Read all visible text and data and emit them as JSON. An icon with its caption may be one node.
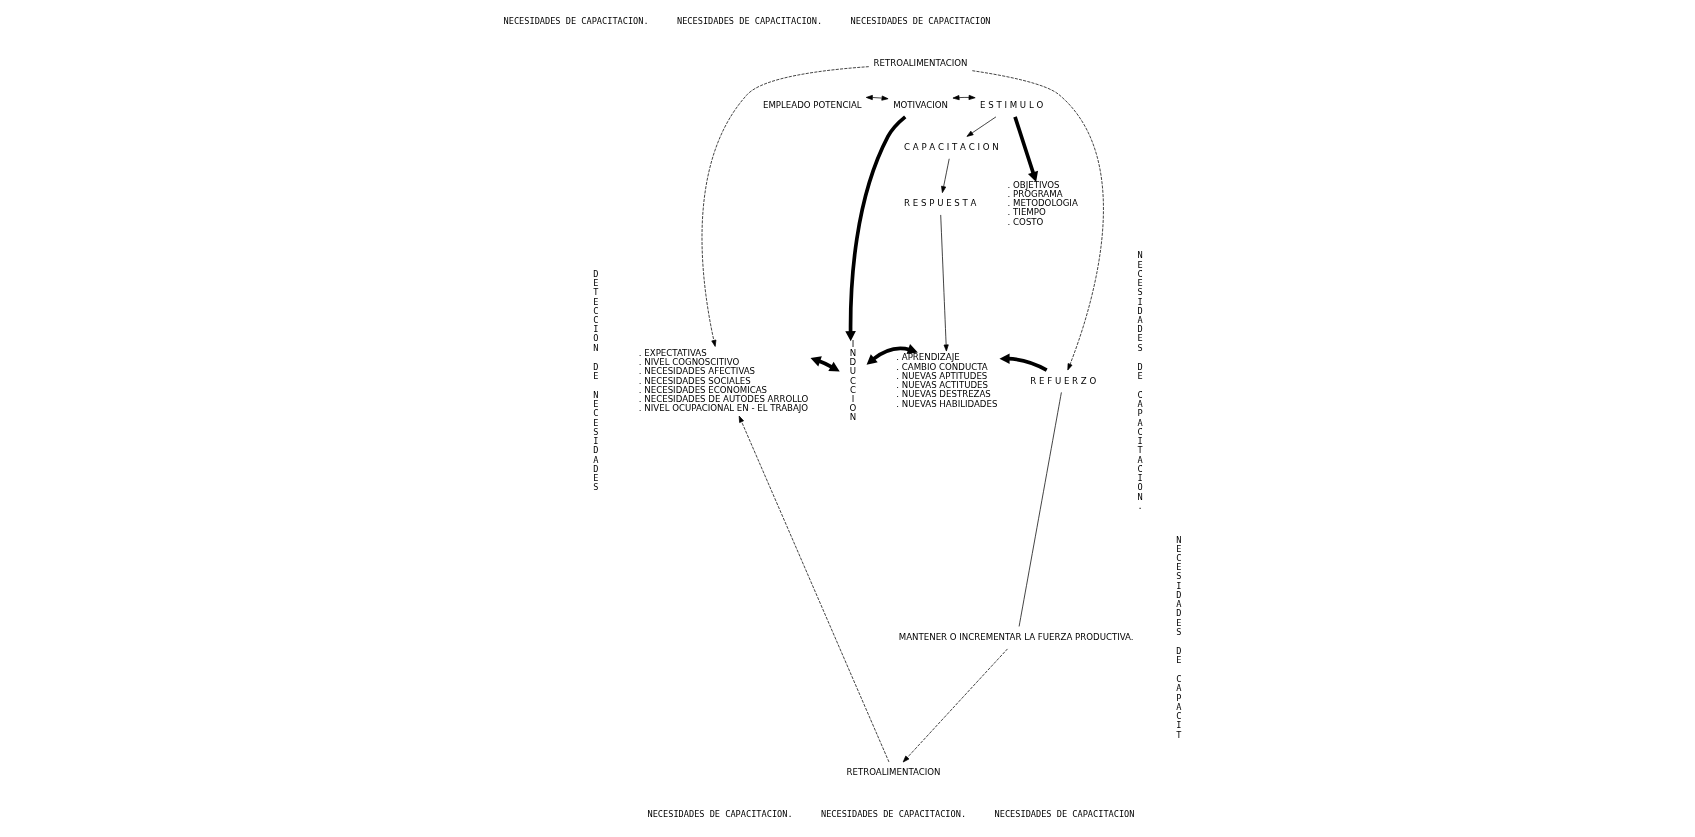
{
  "diagram": {
    "nodes": [
      {
        "text": [
          "RETROALIMENTACION"
        ]
      },
      {
        "text": [
          "EMPLEADO POTENCIAL"
        ]
      },
      {
        "text": [
          "MOTIVACION"
        ]
      },
      {
        "text": [
          "E S T I M U L O"
        ]
      },
      {
        "text": [
          ". OBJETIVOS",
          ". PROGRAMA",
          ". METODOLOGIA",
          ". TIEMPO",
          ". COSTO"
        ]
      },
      {
        "text": [
          "C A P A C I T A C I O N"
        ]
      },
      {
        "text": [
          "R E S P U E S T A"
        ]
      },
      {
        "text": [
          ". EXPECTATIVAS",
          ". NIVEL COGNOSCITIVO",
          ". NECESIDADES AFECTIVAS",
          ". NECESIDADES SOCIALES",
          ". NECESIDADES ECONOMICAS",
          ". NECESIDADES DE AUTODES ARROLLO",
          ". NIVEL OCUPACIONAL EN - EL TRABAJO"
        ]
      },
      {
        "text": [
          "INDUCCION"
        ]
      },
      {
        "text": [
          ". APRENDIZAJE",
          ". CAMBIO CONDUCTA",
          ". NUEVAS APTITUDES",
          ". NUEVAS ACTITUDES",
          ". NUEVAS DESTREZAS",
          ". NUEVAS HABILIDADES"
        ]
      },
      {
        "text": [
          "R E F U E R Z O"
        ]
      },
      {
        "text": [
          "MANTENER O INCREMENTAR LA FUERZA PRODUCTIVA."
        ]
      },
      {
        "text": [
          "RETROALIMENTACION"
        ]
      }
    ],
    "edges": [
      {
        "from": 0,
        "to": 7,
        "arrow": "to",
        "style": "dashed"
      },
      {
        "from": 0,
        "to": 10,
        "arrow": "to",
        "style": "dashed"
      },
      {
        "from": 1,
        "to": 2,
        "arrow": "both"
      },
      {
        "from": 2,
        "to": 3,
        "arrow": "both"
      },
      {
        "from": 3,
        "to": 4,
        "arrow": "to",
        "style": "thick"
      },
      {
        "from": 3,
        "to": 5,
        "arrow": "to"
      },
      {
        "from": 2,
        "to": 8,
        "arrow": "to",
        "style": "thick"
      },
      {
        "from": 5,
        "to": 6,
        "arrow": "to"
      },
      {
        "from": 6,
        "to": 9,
        "arrow": "to"
      },
      {
        "from": 7,
        "to": 8,
        "arrow": "both",
        "style": "thick"
      },
      {
        "from": 8,
        "to": 9,
        "arrow": "both",
        "style": "thick"
      },
      {
        "from": 10,
        "to": 9,
        "arrow": "to",
        "style": "thick"
      },
      {
        "from": 10,
        "to": 11,
        "arrow": "none"
      },
      {
        "from": 11,
        "to": 12,
        "arrow": "to",
        "style": "dashed"
      },
      {
        "from": 12,
        "to": 7,
        "arrow": "to",
        "style": "dashed"
      }
    ],
    "labels": [
      "NECESIDADES DE CAPACITACION.",
      "NECESIDADES DE CAPACITACION.",
      "NECESIDADES DE CAPACITACION",
      "DETECCION DE NECESIDADES",
      "NECESIDADES DE CAPACITACION.",
      "NECESIDADES DE CAPACIT",
      "NECESIDADES DE CAPACITACION.",
      "NECESIDADES DE CAPACITACION.",
      "NECESIDADES DE CAPACITACION"
    ]
  }
}
